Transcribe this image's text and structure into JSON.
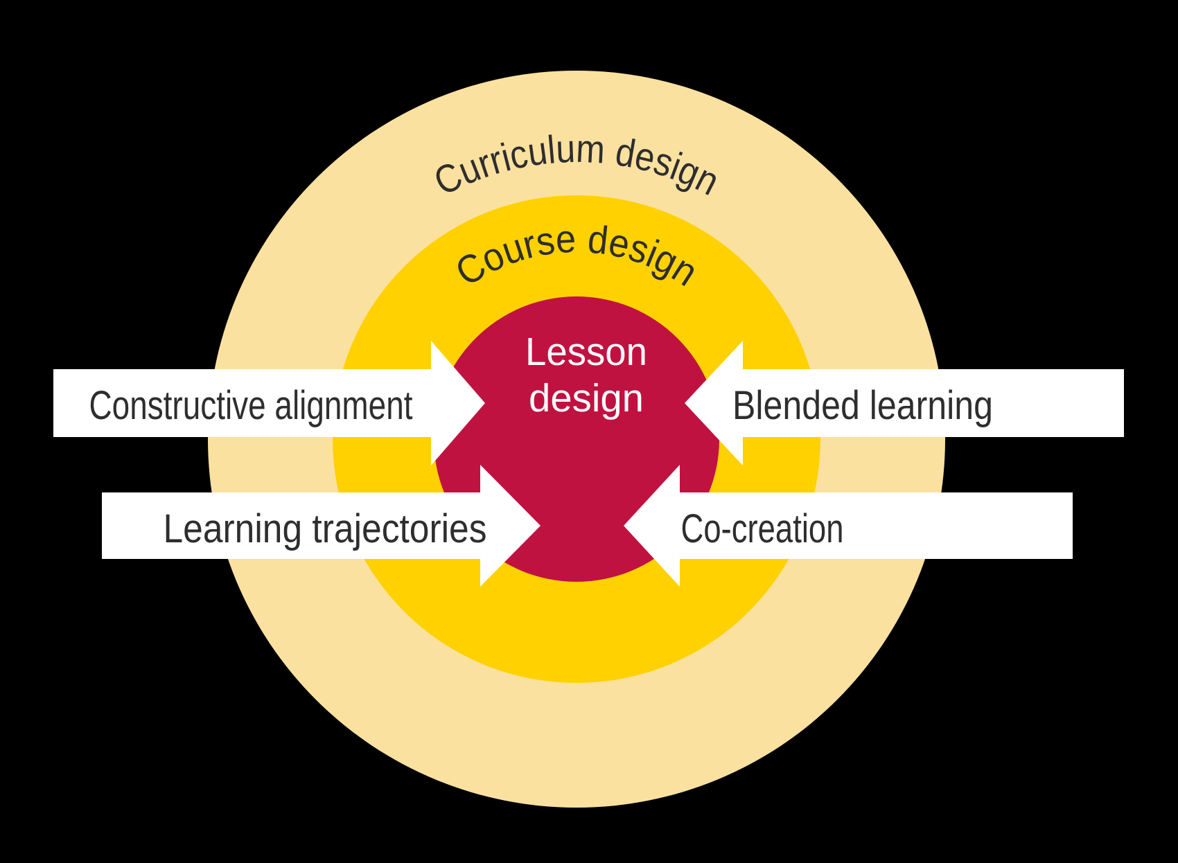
{
  "background": "#000000",
  "rings": {
    "outer": {
      "label": "Curriculum design",
      "fill": "#FBE1A0"
    },
    "middle": {
      "label": "Course design",
      "fill": "#FFD100"
    },
    "inner": {
      "line1": "Lesson",
      "line2": "design",
      "fill": "#C01240",
      "text_color": "#FFFFFF"
    }
  },
  "arrows": {
    "fill": "#FFFFFF",
    "text_color": "#2E2E2E",
    "top_left": {
      "label": "Constructive alignment"
    },
    "top_right": {
      "label": "Blended learning"
    },
    "bottom_left": {
      "label": "Learning trajectories"
    },
    "bottom_right": {
      "label": "Co-creation"
    }
  }
}
